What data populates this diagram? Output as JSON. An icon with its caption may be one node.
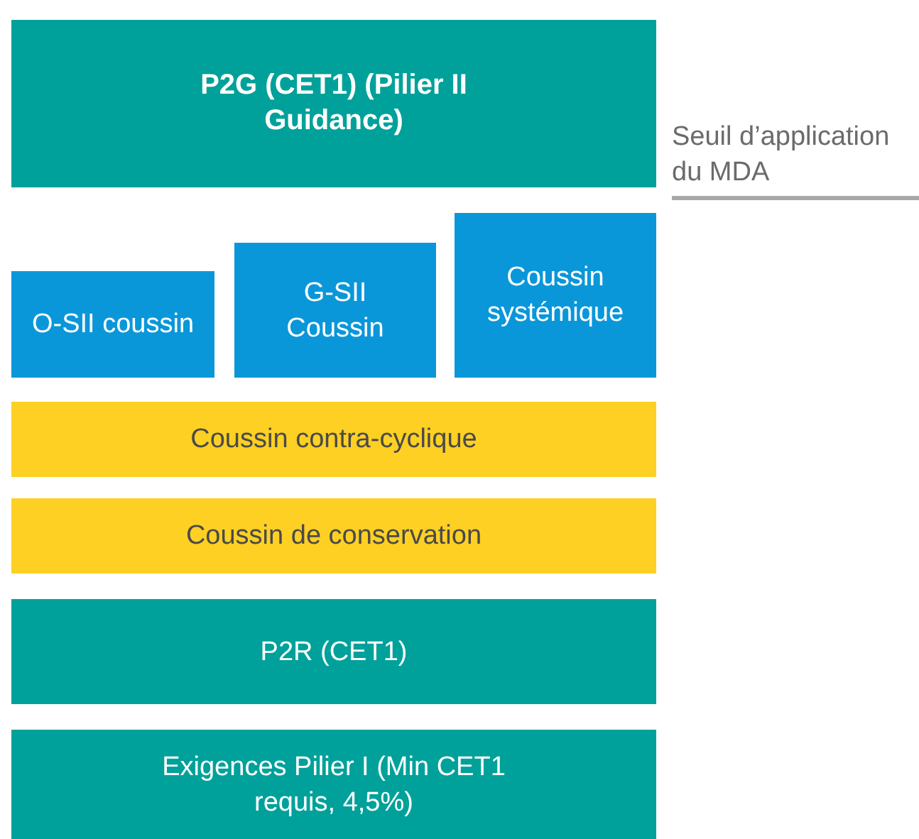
{
  "diagram": {
    "nodes": [
      {
        "text": [
          "P2G (CET1) (Pilier II Guidance)"
        ]
      },
      {
        "text": [
          "O-SII coussin"
        ]
      },
      {
        "text": [
          "G-SII Coussin"
        ]
      },
      {
        "text": [
          "Coussin systémique"
        ]
      },
      {
        "text": [
          "Coussin contra-cyclique"
        ]
      },
      {
        "text": [
          "Coussin de conservation"
        ]
      },
      {
        "text": [
          "P2R (CET1)"
        ]
      },
      {
        "text": [
          "Exigences Pilier I (Min CET1 requis, 4,5%)"
        ]
      }
    ],
    "edges": [],
    "labels": [
      "Seuil d’application du MDA"
    ]
  }
}
